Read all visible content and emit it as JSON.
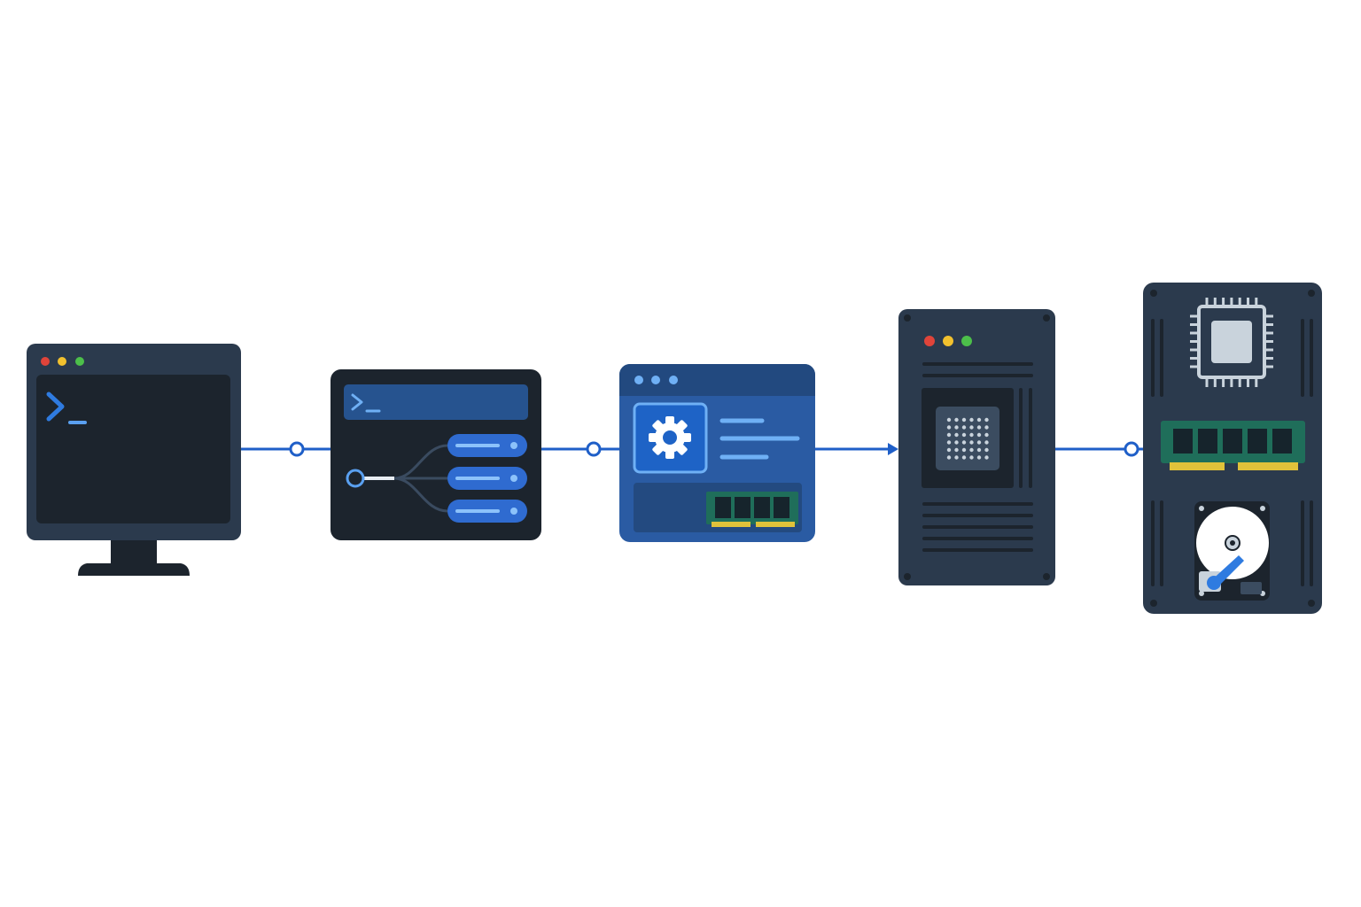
{
  "diagram": {
    "stages": [
      {
        "name": "terminal-monitor",
        "icon": "terminal-prompt-icon"
      },
      {
        "name": "command-router",
        "icon": "branching-router-icon"
      },
      {
        "name": "settings-window",
        "icon": "gear-icon"
      },
      {
        "name": "server-unit",
        "icon": "processor-chip-icon"
      },
      {
        "name": "hardware-components",
        "icon": "cpu-ram-hdd-icon"
      }
    ],
    "connectors": [
      {
        "from": "terminal-monitor",
        "to": "command-router",
        "marker": "circle"
      },
      {
        "from": "command-router",
        "to": "settings-window",
        "marker": "circle"
      },
      {
        "from": "settings-window",
        "to": "server-unit",
        "marker": "arrow"
      },
      {
        "from": "server-unit",
        "to": "hardware-components",
        "marker": "circle"
      }
    ],
    "colors": {
      "connector": "#1f5fc8",
      "dark_panel": "#2b3a4d",
      "screen": "#1c242d",
      "accent_blue": "#2f6bd0",
      "light_blue": "#5aa0f0",
      "window_red": "#e0443a",
      "window_yellow": "#f2c12e",
      "window_green": "#4cbf4a",
      "ram_green": "#1f6e5a",
      "gold": "#e0c23a",
      "silver": "#c9d3dc"
    }
  }
}
